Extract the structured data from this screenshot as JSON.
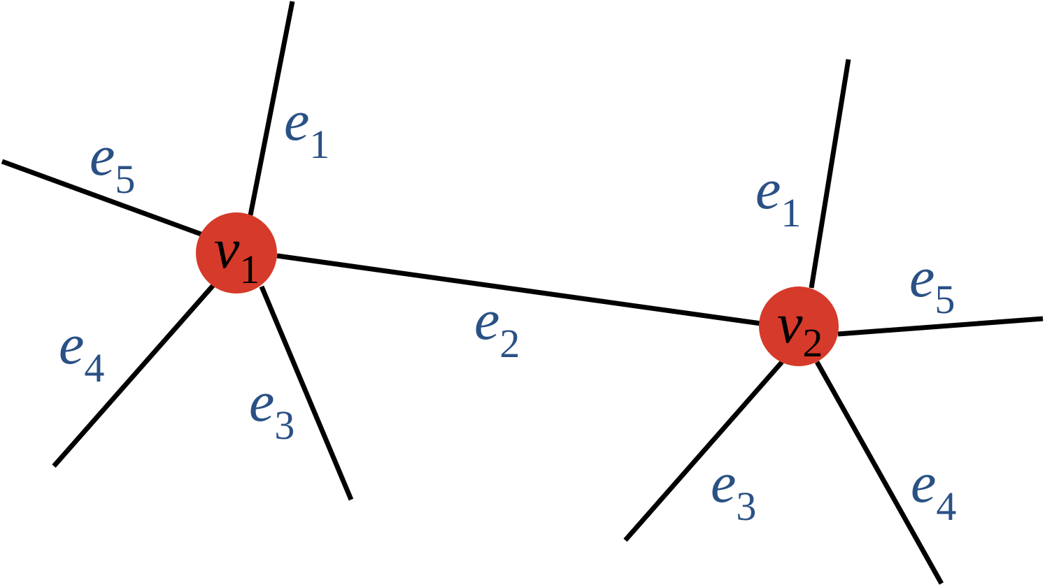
{
  "colors": {
    "edge_stroke": "#000000",
    "vertex_fill": "#d63a2a",
    "edge_label_text": "#2a5185",
    "vertex_label_text": "#000000"
  },
  "vertices": [
    {
      "id": "v1",
      "symbol": "v",
      "index": "1"
    },
    {
      "id": "v2",
      "symbol": "v",
      "index": "2"
    }
  ],
  "edge_labels": [
    {
      "id": "v1-e1",
      "symbol": "e",
      "index": "1"
    },
    {
      "id": "v1-e5",
      "symbol": "e",
      "index": "5"
    },
    {
      "id": "v1-e4",
      "symbol": "e",
      "index": "4"
    },
    {
      "id": "v1-e3",
      "symbol": "e",
      "index": "3"
    },
    {
      "id": "shared-e2",
      "symbol": "e",
      "index": "2"
    },
    {
      "id": "v2-e1",
      "symbol": "e",
      "index": "1"
    },
    {
      "id": "v2-e5",
      "symbol": "e",
      "index": "5"
    },
    {
      "id": "v2-e3",
      "symbol": "e",
      "index": "3"
    },
    {
      "id": "v2-e4",
      "symbol": "e",
      "index": "4"
    }
  ]
}
